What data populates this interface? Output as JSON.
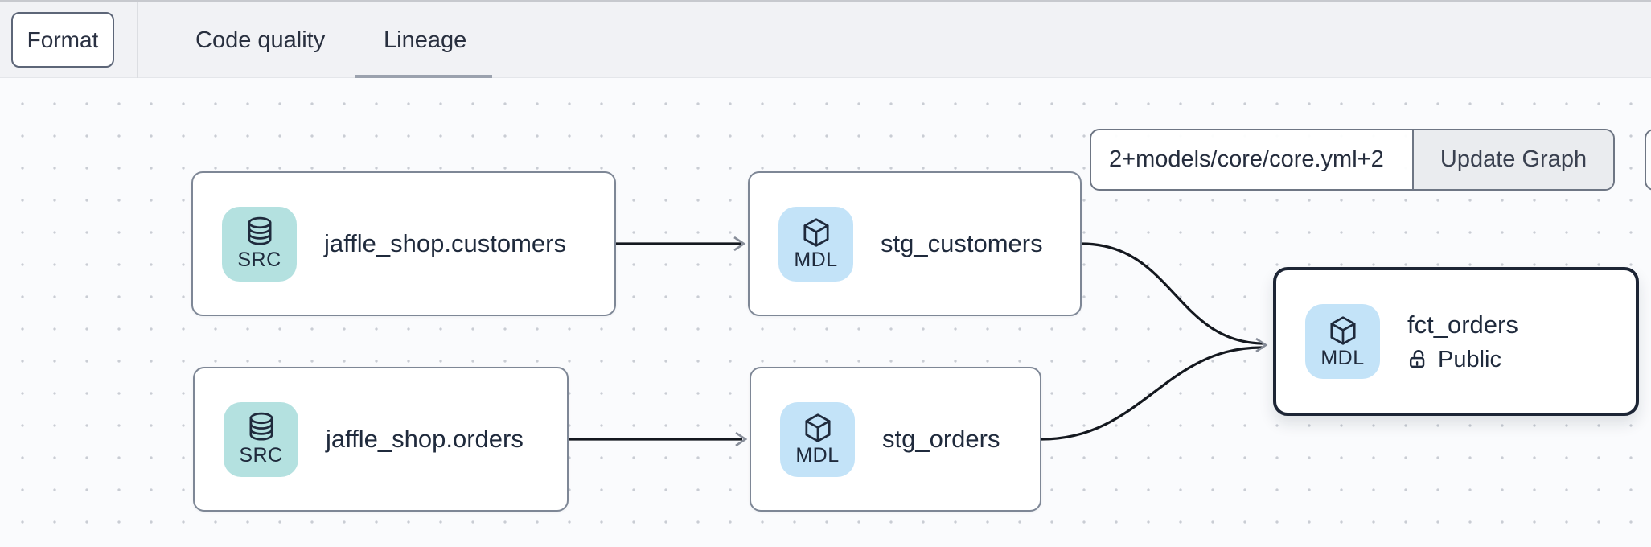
{
  "topbar": {
    "format_button": "Format",
    "tabs": [
      {
        "label": "Code quality",
        "active": false
      },
      {
        "label": "Lineage",
        "active": true
      }
    ]
  },
  "graph_controls": {
    "selector_value": "2+models/core/core.yml+2",
    "update_button_label": "Update Graph"
  },
  "nodes": [
    {
      "title": "jaffle_shop.customers",
      "badge": "SRC",
      "type": "source",
      "icon": "database-icon",
      "selected": false
    },
    {
      "title": "stg_customers",
      "badge": "MDL",
      "type": "model",
      "icon": "cube-icon",
      "selected": false
    },
    {
      "title": "jaffle_shop.orders",
      "badge": "SRC",
      "type": "source",
      "icon": "database-icon",
      "selected": false
    },
    {
      "title": "stg_orders",
      "badge": "MDL",
      "type": "model",
      "icon": "cube-icon",
      "selected": false
    },
    {
      "title": "fct_orders",
      "badge": "MDL",
      "type": "model",
      "icon": "cube-icon",
      "access": "Public",
      "selected": true
    }
  ],
  "edges": [
    {
      "from": "jaffle_shop.customers",
      "to": "stg_customers"
    },
    {
      "from": "jaffle_shop.orders",
      "to": "stg_orders"
    },
    {
      "from": "stg_customers",
      "to": "fct_orders"
    },
    {
      "from": "stg_orders",
      "to": "fct_orders"
    }
  ],
  "colors": {
    "source_badge": "#b4e1e0",
    "model_badge": "#c3e3f8",
    "node_border": "#7e8796",
    "selected_node_border": "#1d2535",
    "text": "#1f2a3c",
    "tab_underline": "#9ba2ae",
    "topbar_bg": "#f1f2f5",
    "canvas_bg": "#fafbfd",
    "edge_line": "#14181f"
  }
}
